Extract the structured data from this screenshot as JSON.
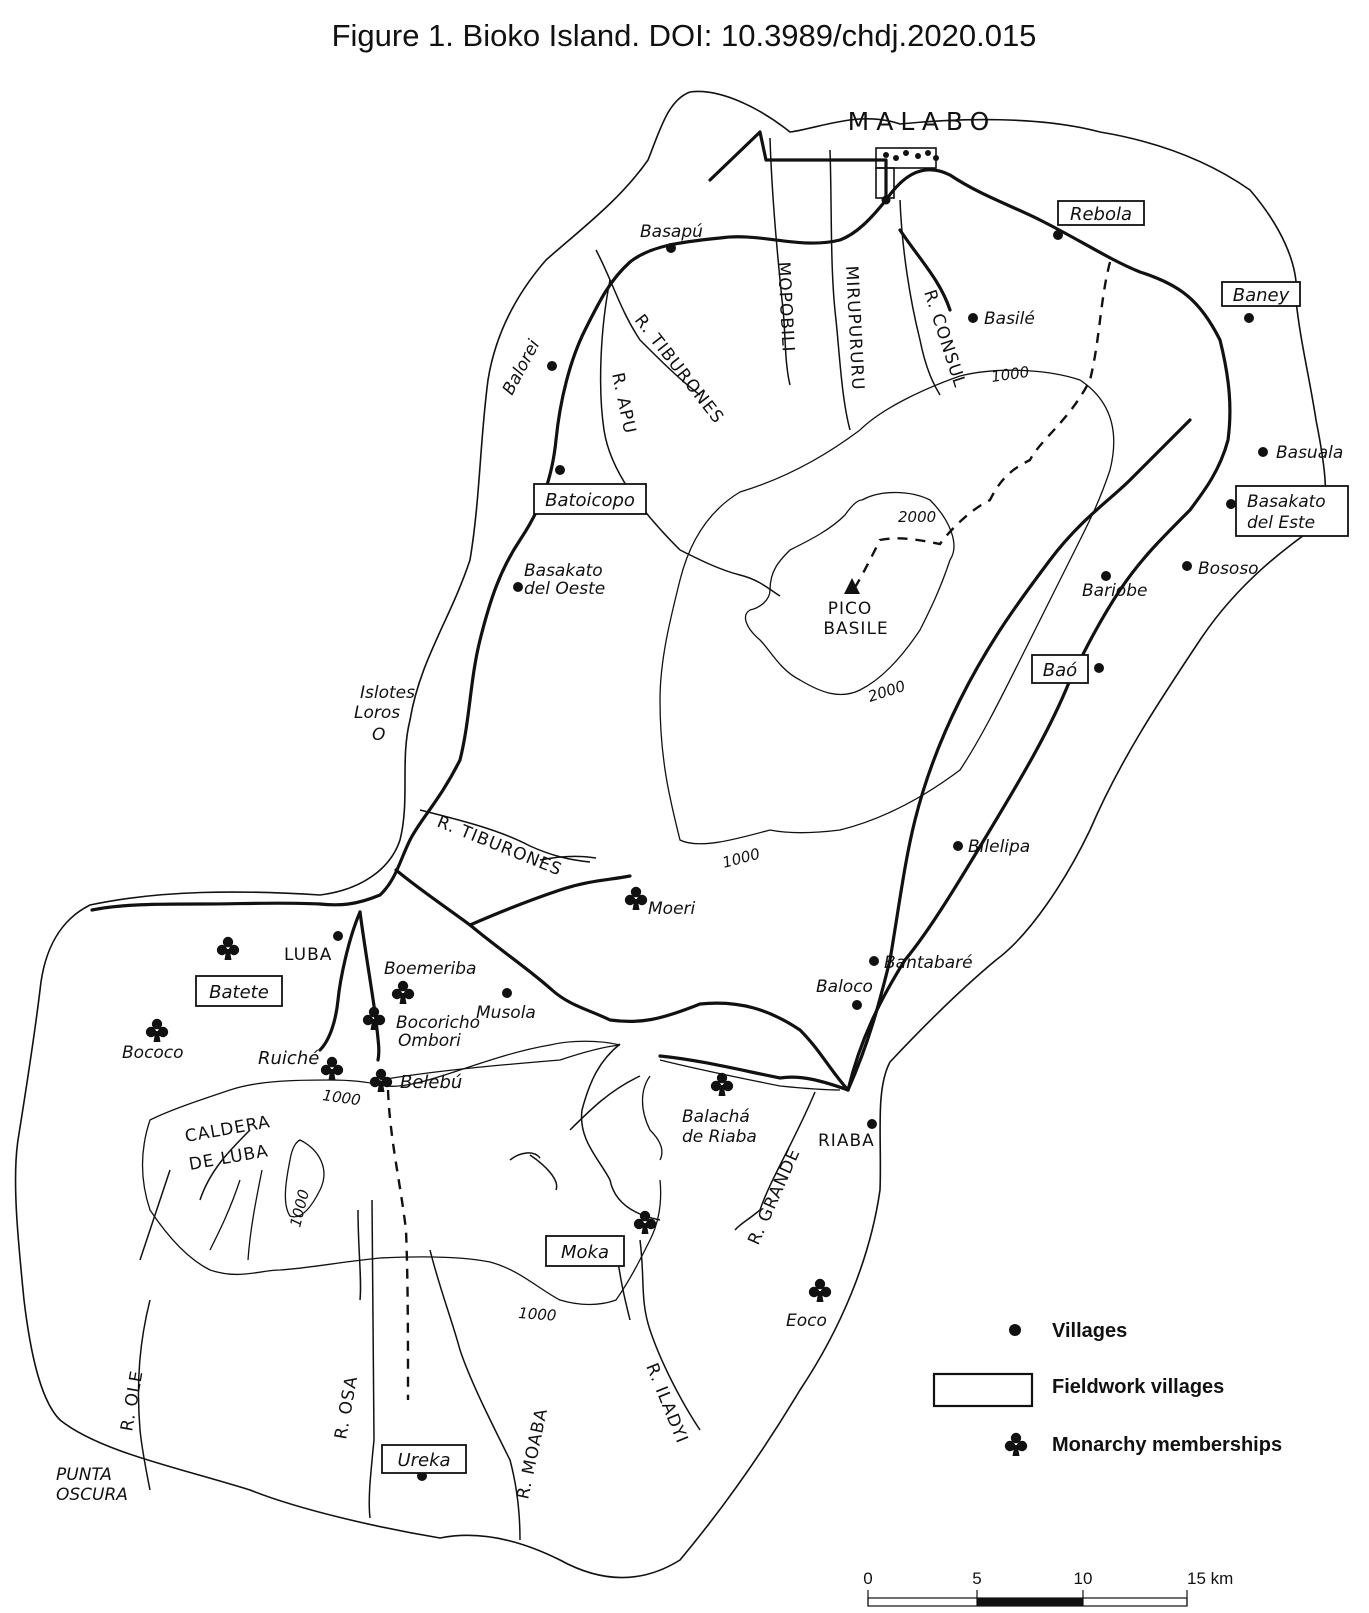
{
  "title": "Figure 1. Bioko Island. DOI: 10.3989/chdj.2020.015",
  "capital": "MALABO",
  "peak": {
    "label_line1": "PICO",
    "label_line2": "BASILE"
  },
  "fieldwork_villages": {
    "rebola": "Rebola",
    "baney": "Baney",
    "batoicopo": "Batoicopo",
    "basakato_este_1": "Basakato",
    "basakato_este_2": "del Este",
    "bao": "Baó",
    "batete": "Batete",
    "moka": "Moka",
    "ureka": "Ureka"
  },
  "villages": {
    "basapu": "Basapú",
    "basile": "Basilé",
    "balorei": "Balorei",
    "basuala": "Basuala",
    "basakato_oeste_1": "Basakato",
    "basakato_oeste_2": "del Oeste",
    "bososo": "Bososo",
    "bariobe": "Bariobe",
    "bilelipa": "Bilelipa",
    "bantabare": "Bantabaré",
    "baloco": "Baloco",
    "musola": "Musola",
    "luba": "LUBA",
    "riaba": "RIABA"
  },
  "monarchy_places": {
    "moeri": "Moeri",
    "boemeriba": "Boemeriba",
    "bocoricho_1": "Bocoricho",
    "bocoricho_2": "Ombori",
    "bococo": "Bococo",
    "ruiche": "Ruiché",
    "belebu": "Belebú",
    "balacha_1": "Balachá",
    "balacha_2": "de Riaba",
    "eoco": "Eoco"
  },
  "other_labels": {
    "islotes_1": "Islotes",
    "islotes_2": "Loros",
    "islotes_3": "O",
    "caldera_1": "CALDERA",
    "caldera_2": "DE LUBA",
    "punta_1": "PUNTA",
    "punta_2": "OSCURA"
  },
  "rivers": {
    "mopobili": "MOPOBILI",
    "mirupururu": "MIRUPURURU",
    "consul": "R. CONSUL",
    "tiburones_n": "R. TIBURONES",
    "tiburones_w": "R. TIBURONES",
    "apu": "R. APU",
    "grande": "R. GRANDE",
    "iladyi": "R. ILADYI",
    "moaba": "R. MOABA",
    "osa": "R. OSA",
    "ole": "R. OLE"
  },
  "contours": {
    "c1000_ne": "1000",
    "c2000_top": "2000",
    "c2000_bottom": "2000",
    "c1000_center": "1000",
    "c1000_luba": "1000",
    "c1000_caldera": "1000",
    "c1000_south": "1000"
  },
  "legend": {
    "villages": "Villages",
    "fieldwork": "Fieldwork villages",
    "monarchy": "Monarchy memberships"
  },
  "scale_bar": {
    "t0": "0",
    "t5": "5",
    "t10": "10",
    "t15": "15 km"
  }
}
